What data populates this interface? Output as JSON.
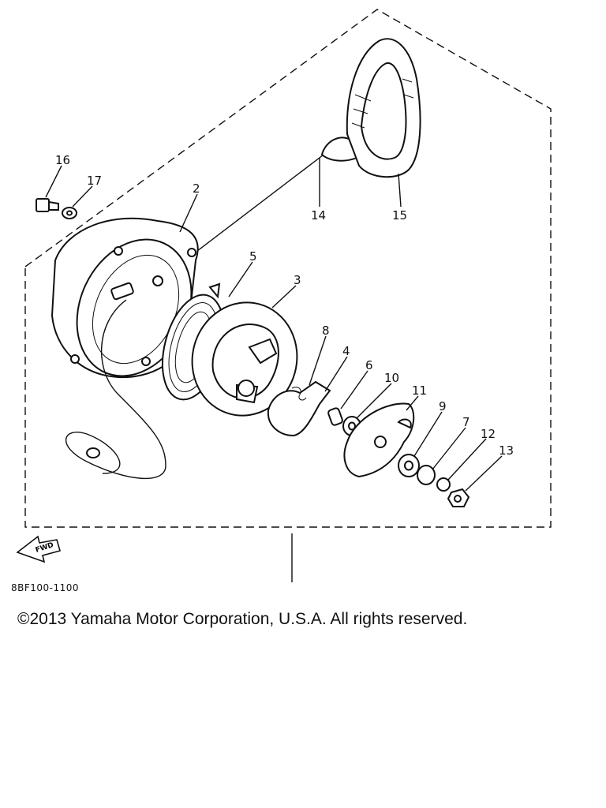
{
  "diagram": {
    "callouts": [
      {
        "id": "16",
        "label": "16"
      },
      {
        "id": "17",
        "label": "17"
      },
      {
        "id": "2",
        "label": "2"
      },
      {
        "id": "14",
        "label": "14"
      },
      {
        "id": "15",
        "label": "15"
      },
      {
        "id": "5",
        "label": "5"
      },
      {
        "id": "3",
        "label": "3"
      },
      {
        "id": "8",
        "label": "8"
      },
      {
        "id": "4",
        "label": "4"
      },
      {
        "id": "6",
        "label": "6"
      },
      {
        "id": "10",
        "label": "10"
      },
      {
        "id": "11",
        "label": "11"
      },
      {
        "id": "9",
        "label": "9"
      },
      {
        "id": "7",
        "label": "7"
      },
      {
        "id": "12",
        "label": "12"
      },
      {
        "id": "13",
        "label": "13"
      }
    ],
    "fwd_label": "FWD"
  },
  "footer": {
    "drawing_code": "8BF100-1100",
    "copyright": "©2013 Yamaha Motor Corporation, U.S.A. All rights reserved."
  }
}
